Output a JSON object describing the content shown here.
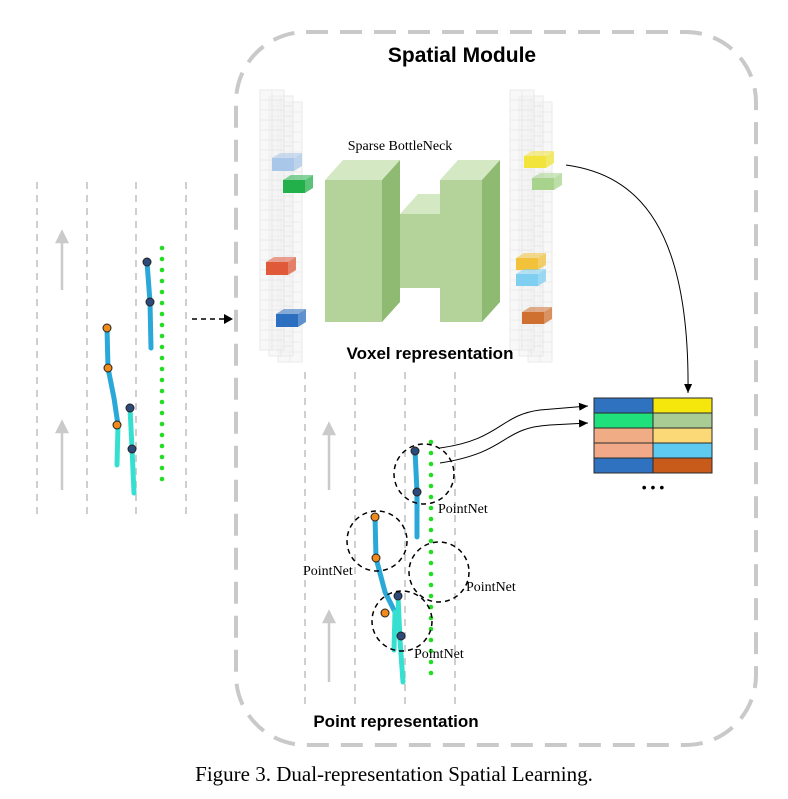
{
  "module_title": "Spatial Module",
  "labels": {
    "bottleneck": "Sparse BottleNeck",
    "voxel": "Voxel representation",
    "point": "Point representation",
    "pointnet": "PointNet",
    "ellipsis": "• • •"
  },
  "caption": "Figure 3. Dual-representation Spatial Learning.",
  "colors": {
    "lane_dash": "#c8c8c8",
    "arrow_gray": "#c8c8c8",
    "trajectory_blue": "#2aa8d8",
    "trajectory_cyan": "#36e0d0",
    "trajectory_green": "#22dd22",
    "node_orange": "#f08a1a",
    "node_navy": "#2c4a7a",
    "bottleneck_green": "#b3d39a",
    "voxel_grid": "#e6e6e6"
  },
  "voxel_cells_left": [
    {
      "color": "#a9c7e8"
    },
    {
      "color": "#22b04a"
    },
    {
      "color": "#e05a3a"
    },
    {
      "color": "#2c6fc0"
    }
  ],
  "voxel_cells_right": [
    {
      "color": "#f2e43a"
    },
    {
      "color": "#a7d38c"
    },
    {
      "color": "#f2c23a"
    },
    {
      "color": "#7ecff0"
    },
    {
      "color": "#d07030"
    }
  ],
  "feature_table": [
    [
      "#2f72c0",
      "#f5e70c"
    ],
    [
      "#1fe07a",
      "#a8cc94"
    ],
    [
      "#f0ac84",
      "#fcd977"
    ],
    [
      "#f2a98a",
      "#5ecaf0"
    ],
    [
      "#2f72c0",
      "#c85a1a"
    ]
  ]
}
